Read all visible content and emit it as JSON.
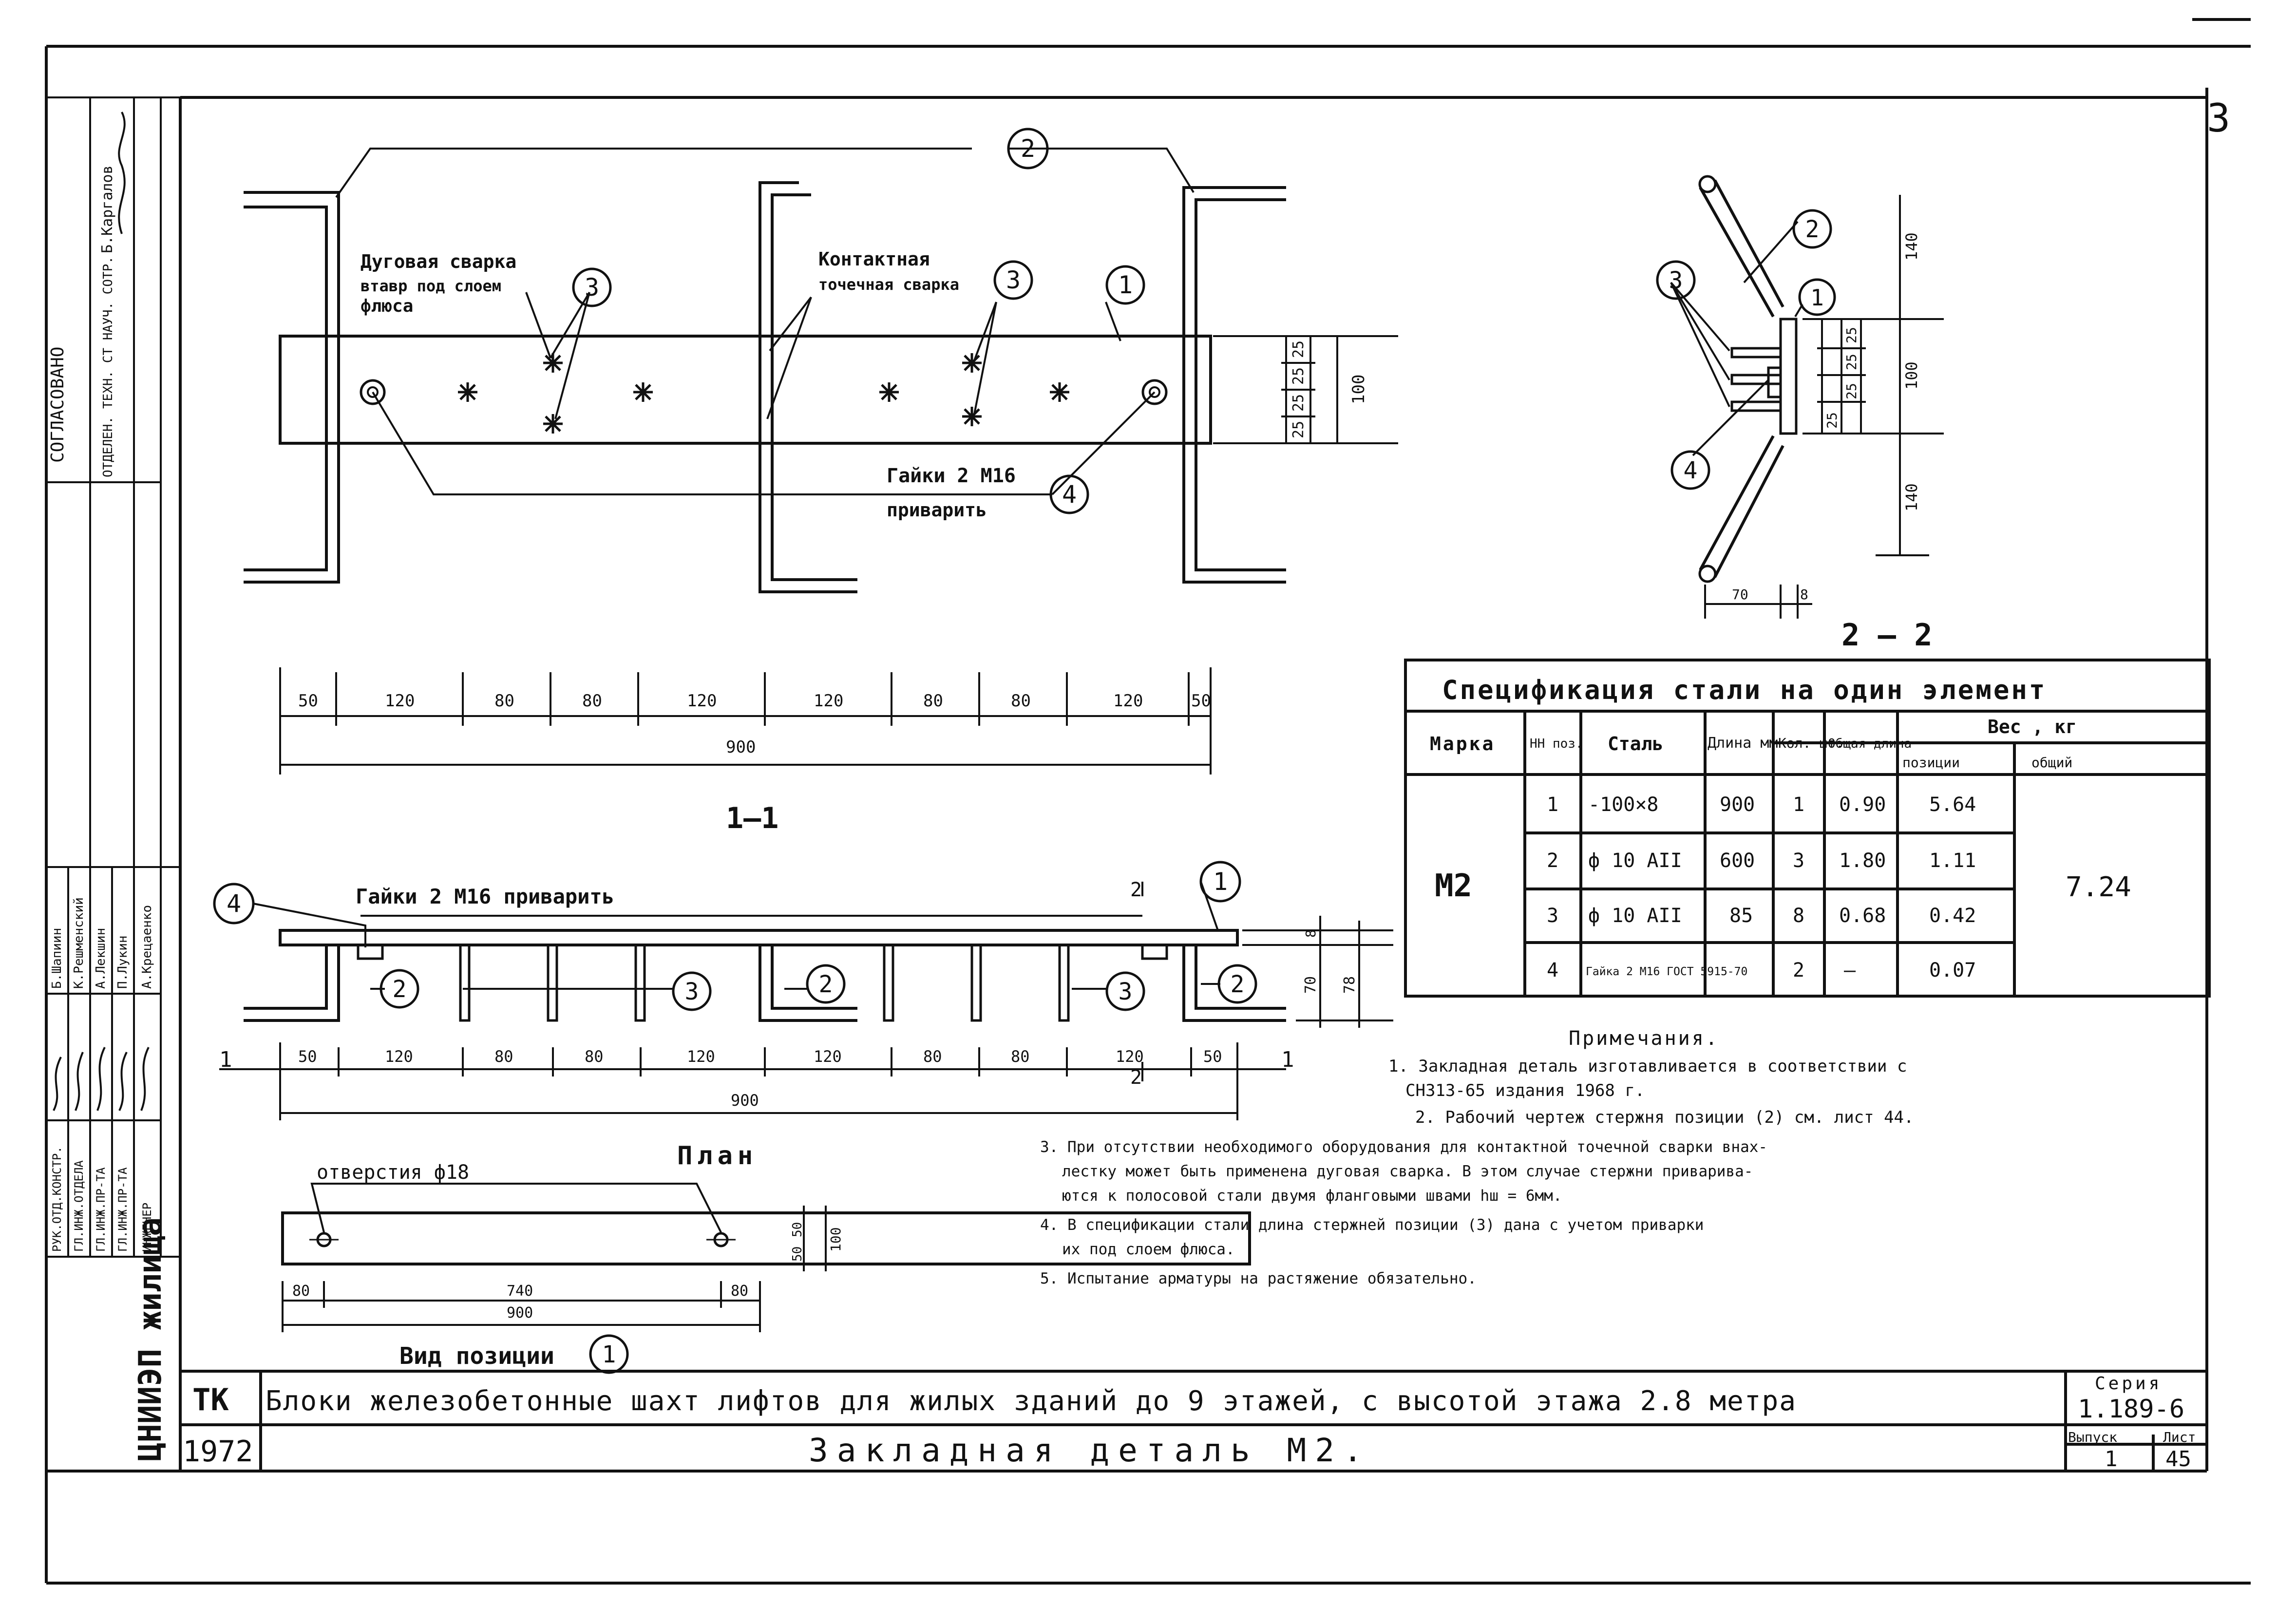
{
  "sheet_corner_number": "3",
  "approval_block": {
    "heading": "СОГЛАСОВАНО",
    "rows": [
      {
        "role": "ОТДЕЛЕН. ТЕХН. СТ НАУЧ. СОТР.",
        "name": "Б.Каргалов"
      }
    ]
  },
  "authors_block": [
    {
      "role": "РУК.ОТД.КОНСТР.",
      "name": "Б.Шапиин"
    },
    {
      "role": "ГЛ.ИНЖ.ОТДЕЛА",
      "name": "К.Решменский"
    },
    {
      "role": "ГЛ.ИНЖ.ПР-ТА",
      "name": "А.Лекшин"
    },
    {
      "role": "ГЛ.ИНЖ.ПР-ТА",
      "name": "П.Лукин"
    },
    {
      "role": "ИНЖЕНЕР",
      "name": "А.Крецаенко"
    }
  ],
  "institute": "ЦНИИЭП жилища",
  "view_top": {
    "callouts": [
      "2",
      "3",
      "3",
      "1",
      "4"
    ],
    "label_arc_weld": "Дуговая сварка",
    "label_arc_weld_2": "втавр под слоем",
    "label_arc_weld_3": "флюса",
    "label_contact_weld": "Контактная",
    "label_contact_weld_2": "точечная сварка",
    "label_nuts": "Гайки 2 М16",
    "label_nuts_2": "приварить",
    "dims_right": [
      "25",
      "25",
      "25",
      "25",
      "100"
    ],
    "dims_bottom": [
      "50",
      "120",
      "80",
      "80",
      "120",
      "120",
      "80",
      "80",
      "120",
      "50"
    ],
    "dim_total": "900",
    "section_mark": "1—1"
  },
  "view_section": {
    "label_nuts": "Гайки 2 М16  приварить",
    "callouts": [
      "4",
      "1",
      "2",
      "3",
      "2",
      "3",
      "2"
    ],
    "marks": [
      "2",
      "2"
    ],
    "dims_right": [
      "8",
      "70",
      "78"
    ],
    "dims_bottom": [
      "50",
      "120",
      "80",
      "80",
      "120",
      "120",
      "80",
      "80",
      "120",
      "50"
    ],
    "dim_total": "900",
    "cut_marks": [
      "1",
      "1"
    ]
  },
  "view_22": {
    "callouts": [
      "2",
      "3",
      "1",
      "4"
    ],
    "dims_right": [
      "140",
      "25",
      "25",
      "25",
      "25",
      "100",
      "140"
    ],
    "dims_bottom": [
      "70",
      "8"
    ],
    "title": "2 — 2"
  },
  "plan": {
    "title": "План",
    "holes_label": "отверстия ф18",
    "dims_right": [
      "50",
      "50",
      "100"
    ],
    "dims_bottom": [
      "80",
      "740",
      "80"
    ],
    "dim_total": "900",
    "caption": "Вид позиции",
    "caption_callout": "1"
  },
  "spec_table": {
    "title": "Спецификация стали на один элемент",
    "headers": {
      "mark": "Марка",
      "pos": "НН поз.",
      "steel": "Сталь",
      "length": "Длина мм",
      "qty": "Кол. шт.",
      "total_len": "Общая длина",
      "weight": "Вес , кг",
      "weight_pos": "позиции",
      "weight_total": "общий"
    },
    "mark": "М2",
    "total_weight": "7.24",
    "rows": [
      {
        "pos": "1",
        "steel": "-100×8",
        "length": "900",
        "qty": "1",
        "total_len": "0.90",
        "weight": "5.64"
      },
      {
        "pos": "2",
        "steel": "ф 10 АII",
        "length": "600",
        "qty": "3",
        "total_len": "1.80",
        "weight": "1.11"
      },
      {
        "pos": "3",
        "steel": "ф 10 АII",
        "length": "85",
        "qty": "8",
        "total_len": "0.68",
        "weight": "0.42"
      },
      {
        "pos": "4",
        "steel": "Гайка 2 М16 ГОСТ 5915-70",
        "length": "",
        "qty": "2",
        "total_len": "—",
        "weight": "0.07"
      }
    ]
  },
  "notes": {
    "title": "Примечания.",
    "lines": [
      "1. Закладная деталь изготавливается в соответствии с",
      "СН313-65 издания 1968 г.",
      "2. Рабочий чертеж стержня позиции (2) см. лист 44.",
      "3. При отсутствии необходимого оборудования для контактной точечной сварки внах-",
      "лестку может быть применена дуговая сварка. В этом случае стержни привари­ва-",
      "ются к полосовой стали двумя фланговыми швами hш = 6мм.",
      "4. В спецификации стали длина стержней позиции (3) дана с учетом приварки",
      "их под слоем флюса.",
      "5. Испытание арматуры на растяжение обязательно."
    ]
  },
  "title_block": {
    "code": "ТК",
    "year": "1972",
    "project": "Блоки железобетонные шахт лифтов для жилых зданий до 9 этажей, с высотой этажа 2.8 метра",
    "sheet_title": "Закладная деталь  М2.",
    "series_label": "Серия",
    "series": "1.189-6",
    "issue_label": "Выпуск",
    "issue": "1",
    "sheet_label": "Лист",
    "sheet": "45"
  }
}
